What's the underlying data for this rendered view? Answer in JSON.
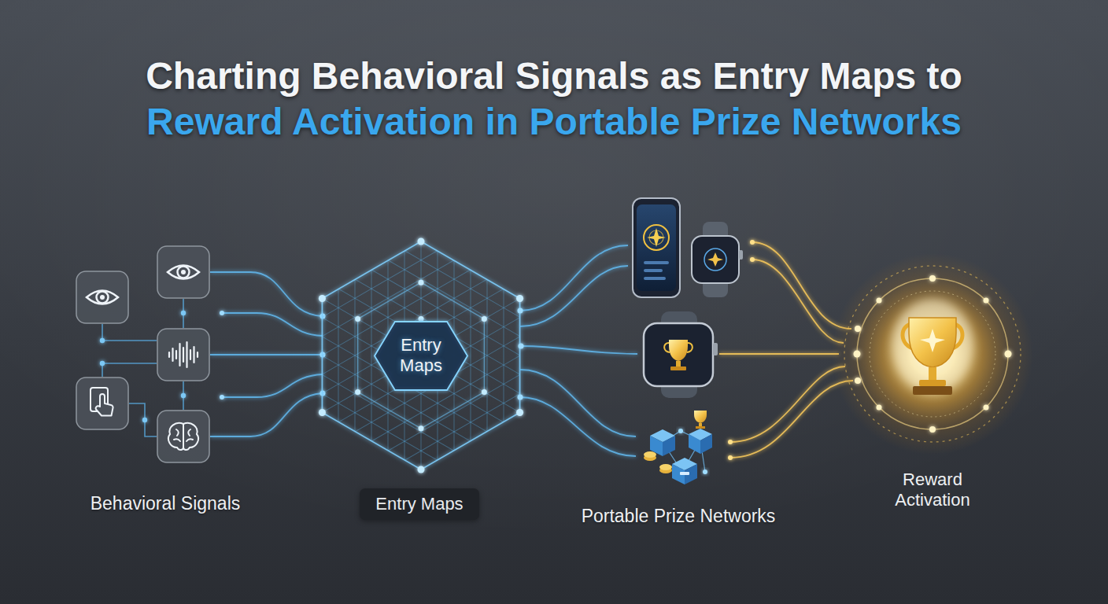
{
  "diagram": {
    "title": "Charting Behavioral Signals as Entry Maps to Reward Activation in Portable Prize Networks",
    "nodes": [
      {
        "text": [
          "Entry Maps"
        ]
      },
      {
        "text": [
          "Entry Maps"
        ]
      },
      {
        "text": [
          "Reward Activation"
        ]
      }
    ],
    "labels": [
      "Behavioral Signals",
      "Portable Prize Networks"
    ]
  }
}
